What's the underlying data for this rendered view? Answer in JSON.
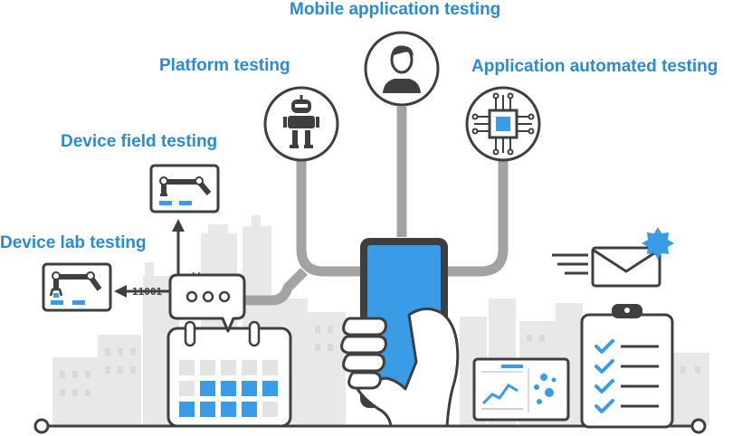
{
  "colors": {
    "label_blue": "#2b8ad6",
    "accent_blue": "#3a9be6",
    "dark": "#3f3f3f",
    "gray_line": "#a3a3a3",
    "city_gray": "#e7e7e7"
  },
  "labels": {
    "mobile_app": "Mobile application testing",
    "platform": "Platform testing",
    "app_automated": "Application automated testing",
    "device_field": "Device field testing",
    "device_lab": "Device lab testing"
  },
  "binary": {
    "vertical": "10101",
    "horizontal": "11001"
  },
  "icons": {
    "mobile_app": "user-avatar-icon",
    "platform": "robot-icon",
    "app_automated": "cpu-chip-icon",
    "device_field": "robotic-arm-icon",
    "device_lab": "robotic-arm-gripper-icon",
    "chat": "speech-bubble-dots-icon",
    "mail": "envelope-icon",
    "checklist": "clipboard-checklist-icon",
    "calendar": "calendar-icon",
    "dashboard": "analytics-dashboard-icon"
  }
}
